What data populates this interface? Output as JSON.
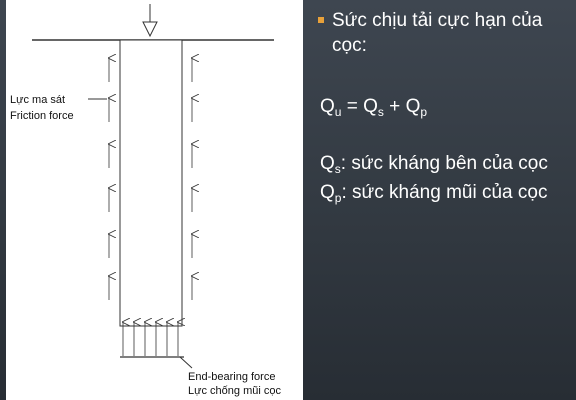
{
  "diagram": {
    "friction_label_vi": "Lực ma sát",
    "friction_label_en": "Friction force",
    "end_bearing_label_en": "End-bearing force",
    "end_bearing_label_vi": "Lực chống mũi cọc"
  },
  "content": {
    "bullet_color": "#e8a13a",
    "bullet_text": "Sức chịu tải cực hạn của cọc:",
    "equation": {
      "lhs_main": "Q",
      "lhs_sub": "u",
      "eq": " = ",
      "t1_main": "Q",
      "t1_sub": "s",
      "plus": " + ",
      "t2_main": "Q",
      "t2_sub": "p"
    },
    "def_s": {
      "main": "Q",
      "sub": "s",
      "text": ": sức kháng bên của cọc"
    },
    "def_p": {
      "main": "Q",
      "sub": "p",
      "text": ": sức kháng mũi của cọc"
    }
  }
}
